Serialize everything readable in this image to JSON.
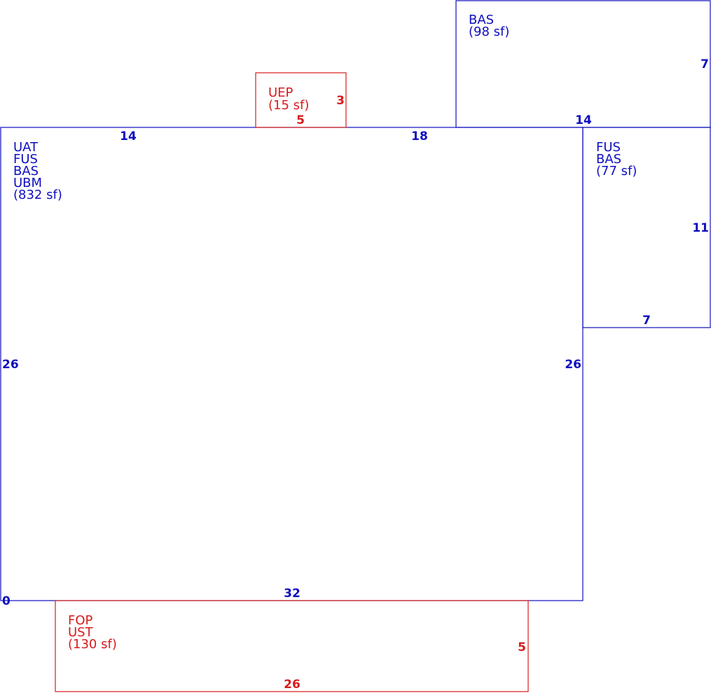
{
  "colors": {
    "living": "#0f0fbf",
    "exterior": "#d81b1b"
  },
  "areas": [
    {
      "id": "main",
      "color": "living",
      "lines": [
        "UAT",
        "FUS",
        "BAS",
        "UBM",
        "(832 sf)"
      ],
      "dims": [
        "14",
        "18",
        "26",
        "26",
        "32"
      ]
    },
    {
      "id": "top-right",
      "color": "living",
      "lines": [
        "BAS",
        "(98 sf)"
      ],
      "dims": [
        "7",
        "14"
      ]
    },
    {
      "id": "right",
      "color": "living",
      "lines": [
        "FUS",
        "BAS",
        "(77 sf)"
      ],
      "dims": [
        "11",
        "7"
      ]
    },
    {
      "id": "entry",
      "color": "exterior",
      "lines": [
        "UEP",
        "(15 sf)"
      ],
      "dims": [
        "3",
        "5"
      ]
    },
    {
      "id": "porch",
      "color": "exterior",
      "lines": [
        "FOP",
        "UST",
        "(130 sf)"
      ],
      "dims": [
        "5",
        "26"
      ]
    }
  ],
  "origin_marker": "0"
}
